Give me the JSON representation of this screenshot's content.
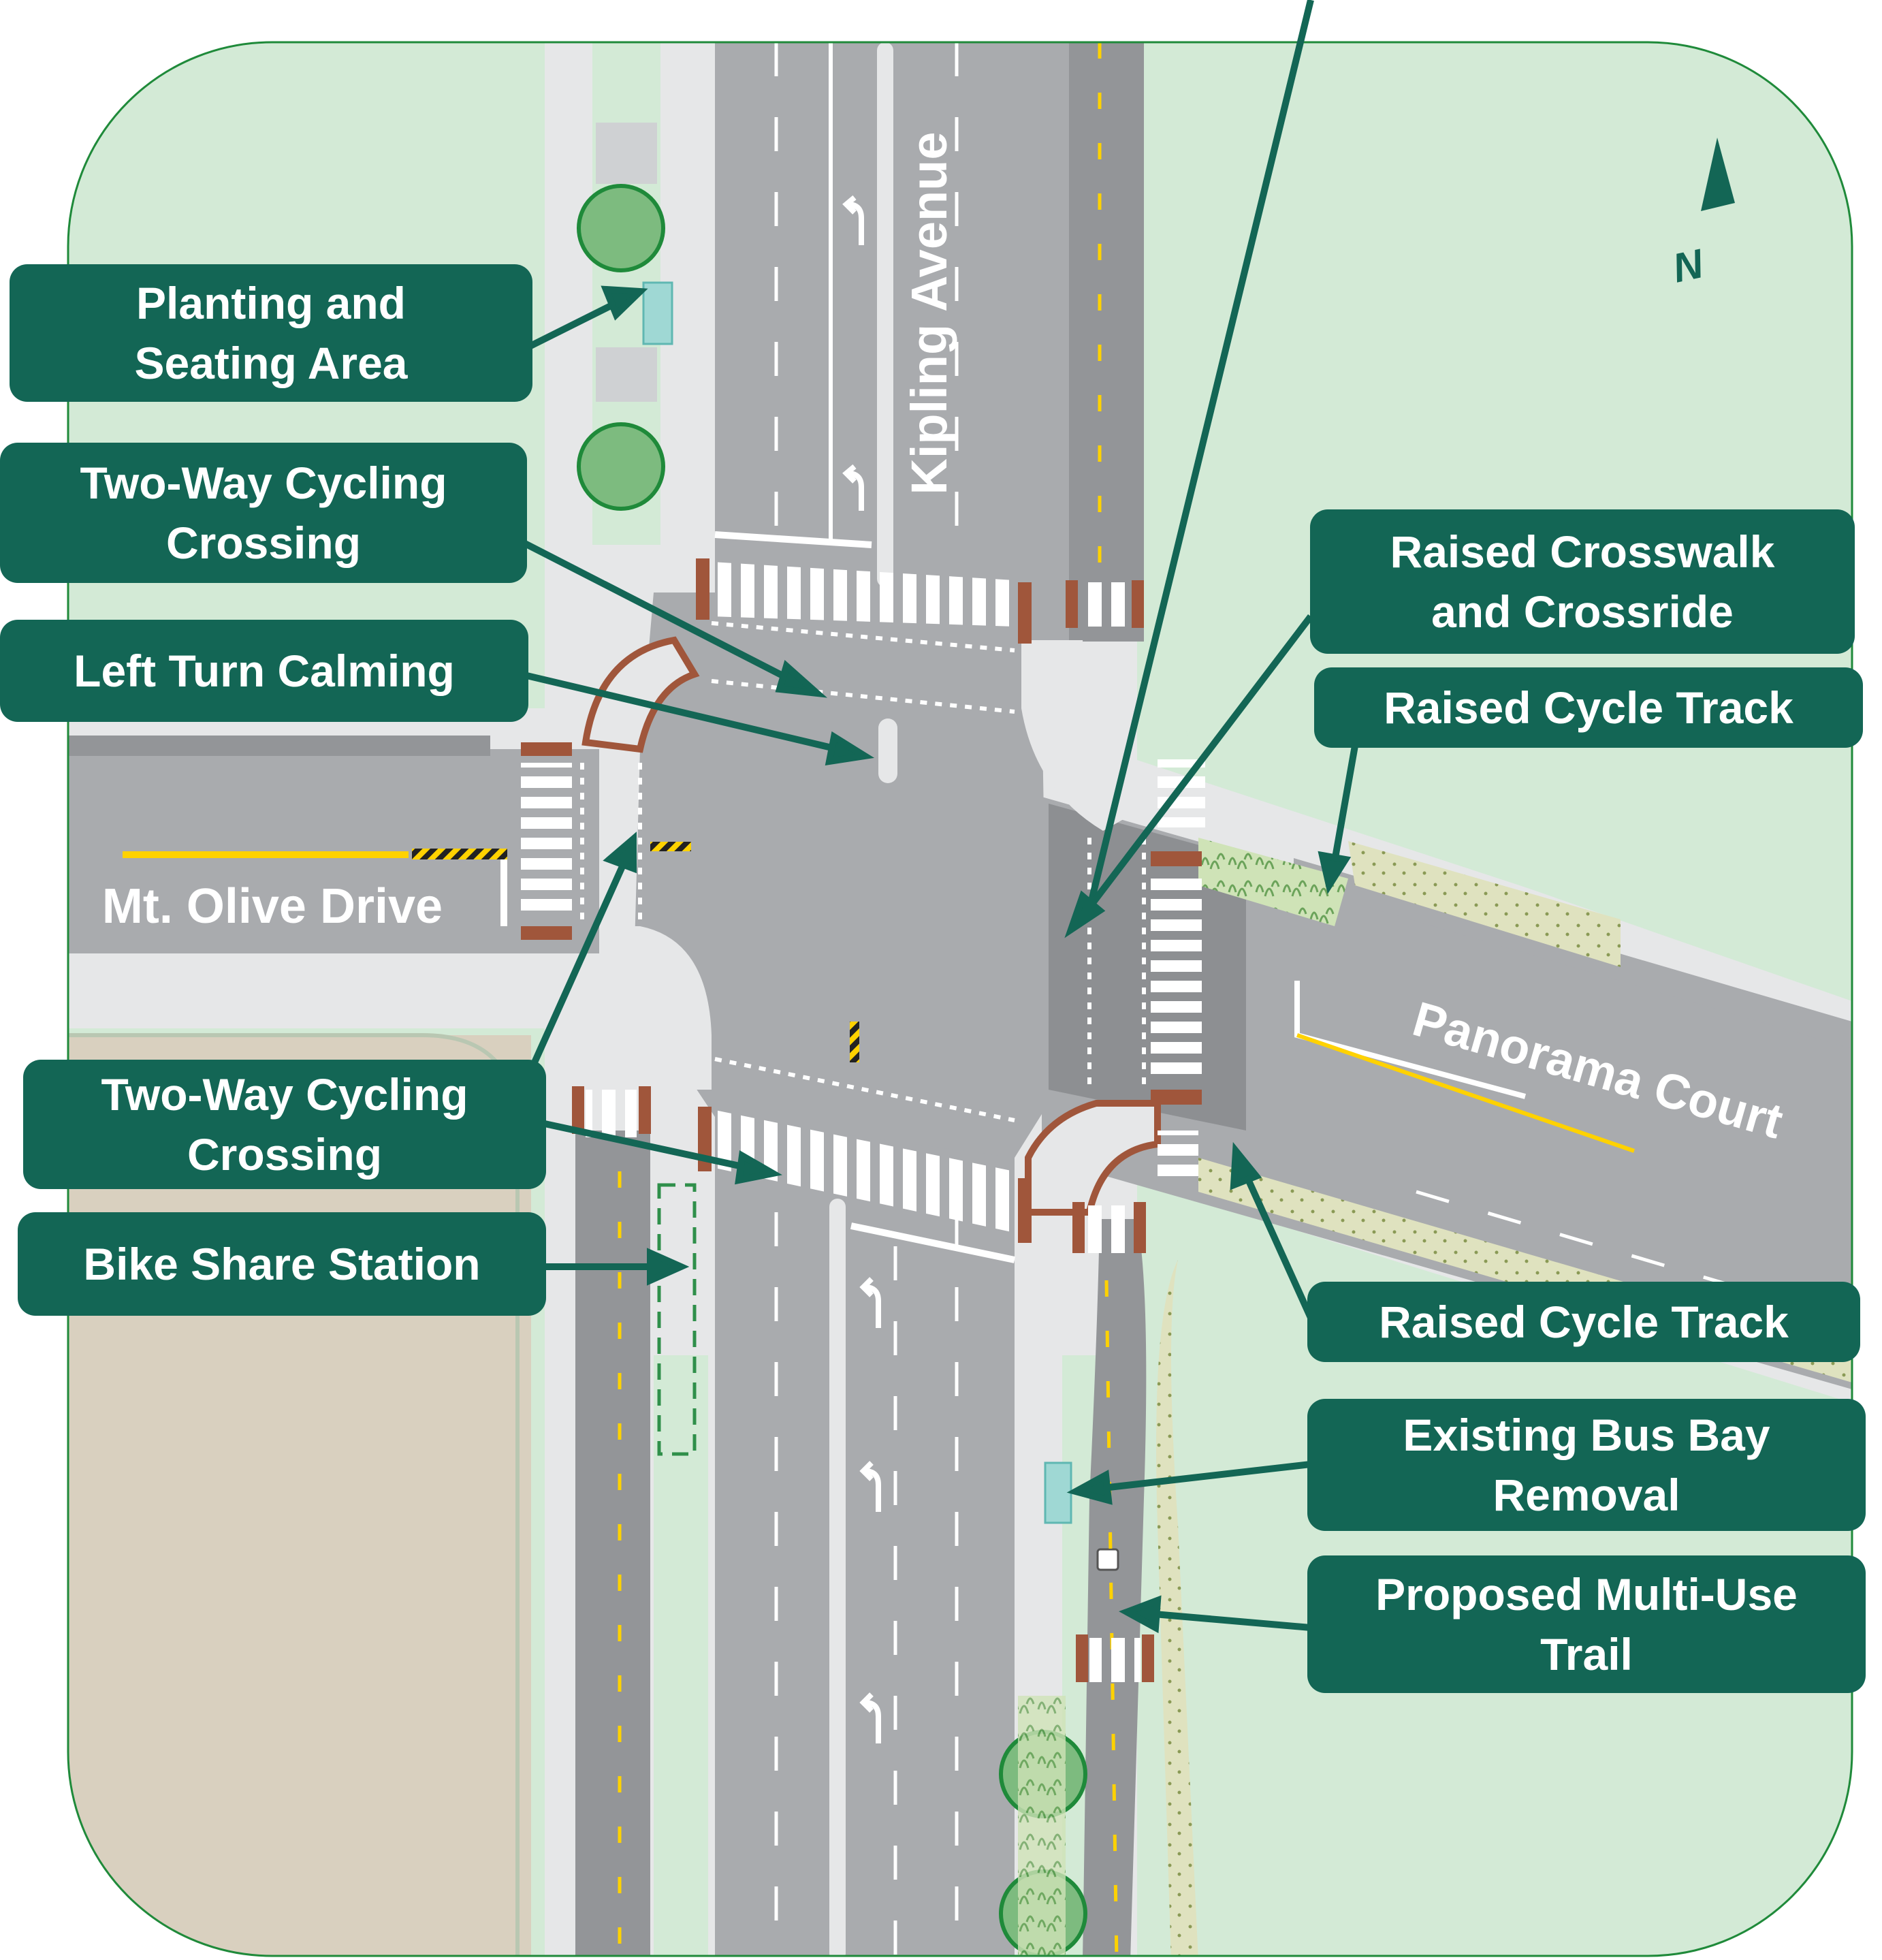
{
  "streets": {
    "north_south": "Kipling Avenue",
    "west": "Mt. Olive Drive",
    "east": "Panorama Court"
  },
  "compass": {
    "label": "N"
  },
  "callouts": {
    "planting_seating": [
      "Planting and",
      "Seating Area"
    ],
    "two_way_north": [
      "Two-Way Cycling",
      "Crossing"
    ],
    "left_turn": [
      "Left Turn Calming"
    ],
    "two_way_south": [
      "Two-Way Cycling",
      "Crossing"
    ],
    "bike_share": [
      "Bike Share Station"
    ],
    "raised_crosswalk": [
      "Raised Crosswalk",
      "and Crossride"
    ],
    "raised_cycle_track_upper": [
      "Raised Cycle Track"
    ],
    "raised_cycle_track_lower": [
      "Raised Cycle Track"
    ],
    "bus_bay": [
      "Existing Bus Bay",
      "Removal"
    ],
    "multi_use_trail": [
      "Proposed Multi-Use",
      "Trail"
    ]
  },
  "colors": {
    "callout_bg": "#136655",
    "grass": "#d3ead6",
    "road": "#a9abae",
    "road_dark": "#939598",
    "sidewalk": "#e6e7e8",
    "brick": "#a0563b",
    "lane_yellow": "#ffd200",
    "dirt": "#d9d0bf",
    "tree": "#7dbb7f"
  }
}
